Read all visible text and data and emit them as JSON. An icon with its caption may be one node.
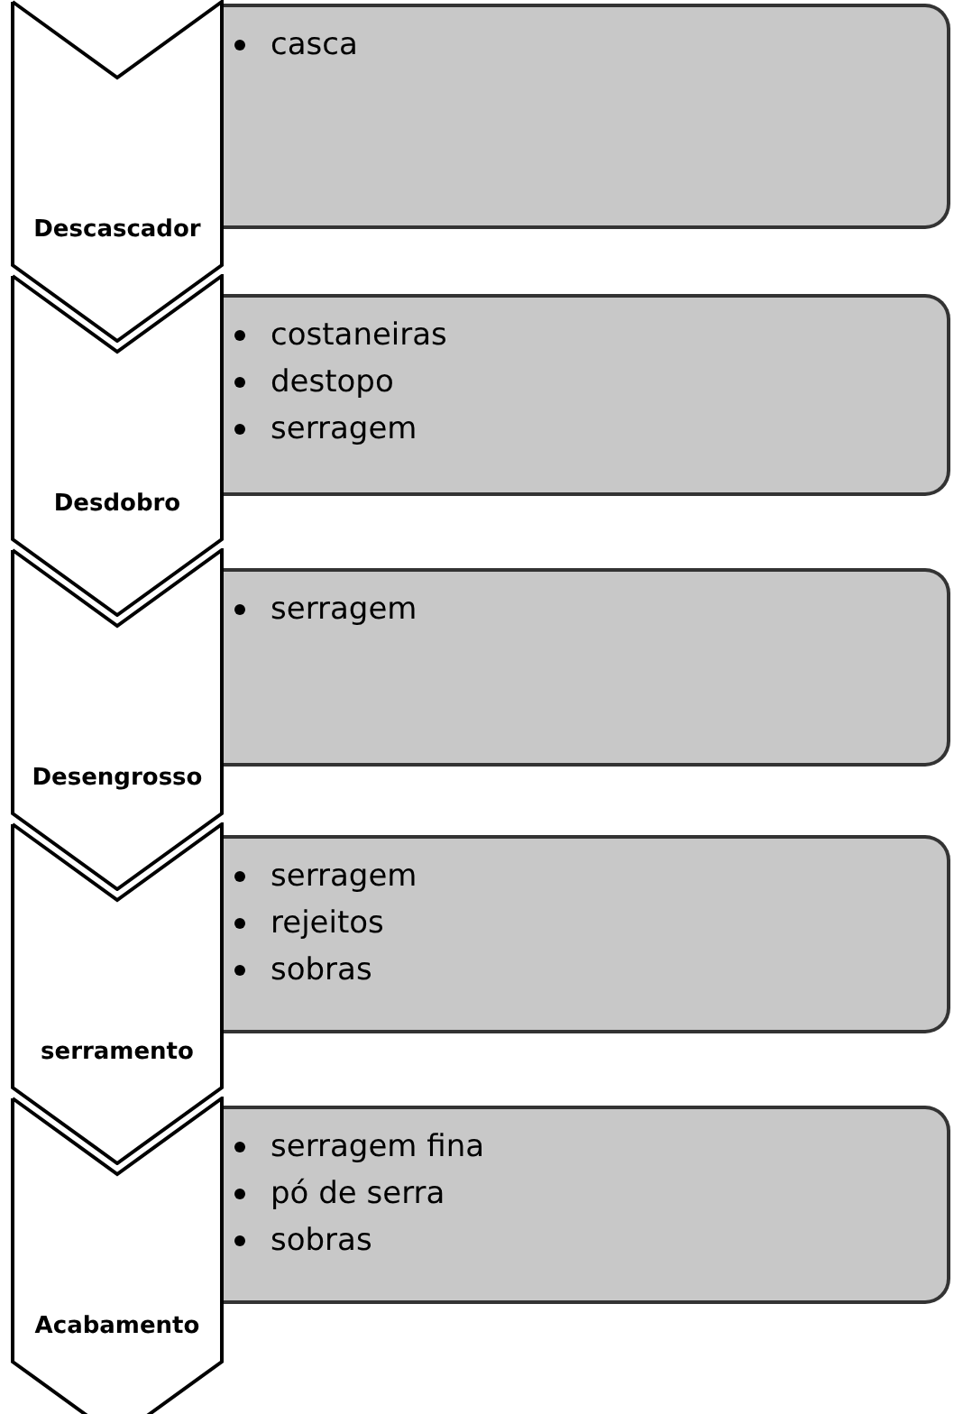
{
  "diagram": {
    "nodes": [
      {
        "text": [
          "Descascador"
        ]
      },
      {
        "text": [
          "casca"
        ]
      },
      {
        "text": [
          "Desdobro"
        ]
      },
      {
        "text": [
          "costaneiras",
          "destopo",
          "serragem"
        ]
      },
      {
        "text": [
          "Desengrosso"
        ]
      },
      {
        "text": [
          "serragem"
        ]
      },
      {
        "text": [
          "serramento"
        ]
      },
      {
        "text": [
          "serragem",
          "rejeitos",
          "sobras"
        ]
      },
      {
        "text": [
          "Acabamento"
        ]
      },
      {
        "text": [
          "serragem fina",
          "pó de serra",
          "sobras"
        ]
      }
    ]
  }
}
